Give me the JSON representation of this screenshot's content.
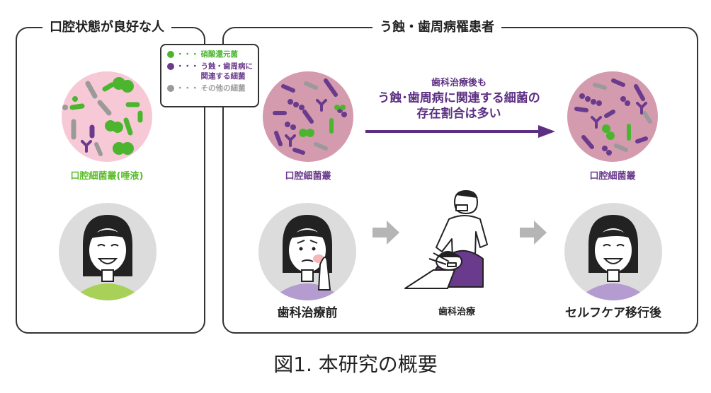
{
  "panels": {
    "left_title": "口腔状態が良好な人",
    "right_title": "う蝕・歯周病罹患者"
  },
  "legend": {
    "items": [
      {
        "text": "硝酸還元菌",
        "color": "#4cb52f"
      },
      {
        "text": "う蝕・歯周病に\n関連する細菌",
        "color": "#6a3a8c"
      },
      {
        "text": "その他の細菌",
        "color": "#9a9a9a"
      }
    ],
    "dots": "・・・"
  },
  "captions": {
    "healthy_flora": "口腔細菌叢(唾液)",
    "patient_flora_before": "口腔細菌叢",
    "patient_flora_after": "口腔細菌叢",
    "before_treatment": "歯科治療前",
    "treatment": "歯科治療",
    "after_treatment": "セルフケア移行後"
  },
  "arrow_note": {
    "line1": "歯科治療後も",
    "line2": "う蝕･歯周病に関連する細菌の",
    "line3": "存在割合は多い"
  },
  "figure_title": "図1. 本研究の概要",
  "colors": {
    "accent_purple": "#5c2f82",
    "bacteria_green": "#4cb52f",
    "bacteria_purple": "#6a3a8c",
    "bacteria_gray": "#9a9a9a",
    "healthy_circle": "#f7c9d6",
    "patient_circle": "#d49aae"
  }
}
